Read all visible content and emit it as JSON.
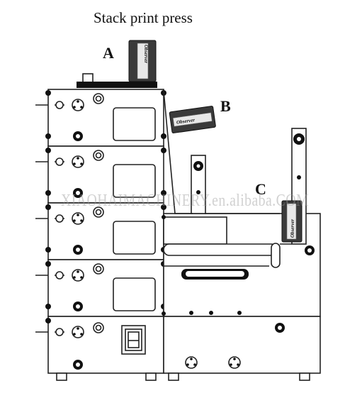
{
  "title": "Stack print press",
  "labels": {
    "a": "A",
    "b": "B",
    "c": "C"
  },
  "sensor_text": "Observer",
  "watermark": "XIAOHAIMACHINERY.en.alibaba.COM"
}
